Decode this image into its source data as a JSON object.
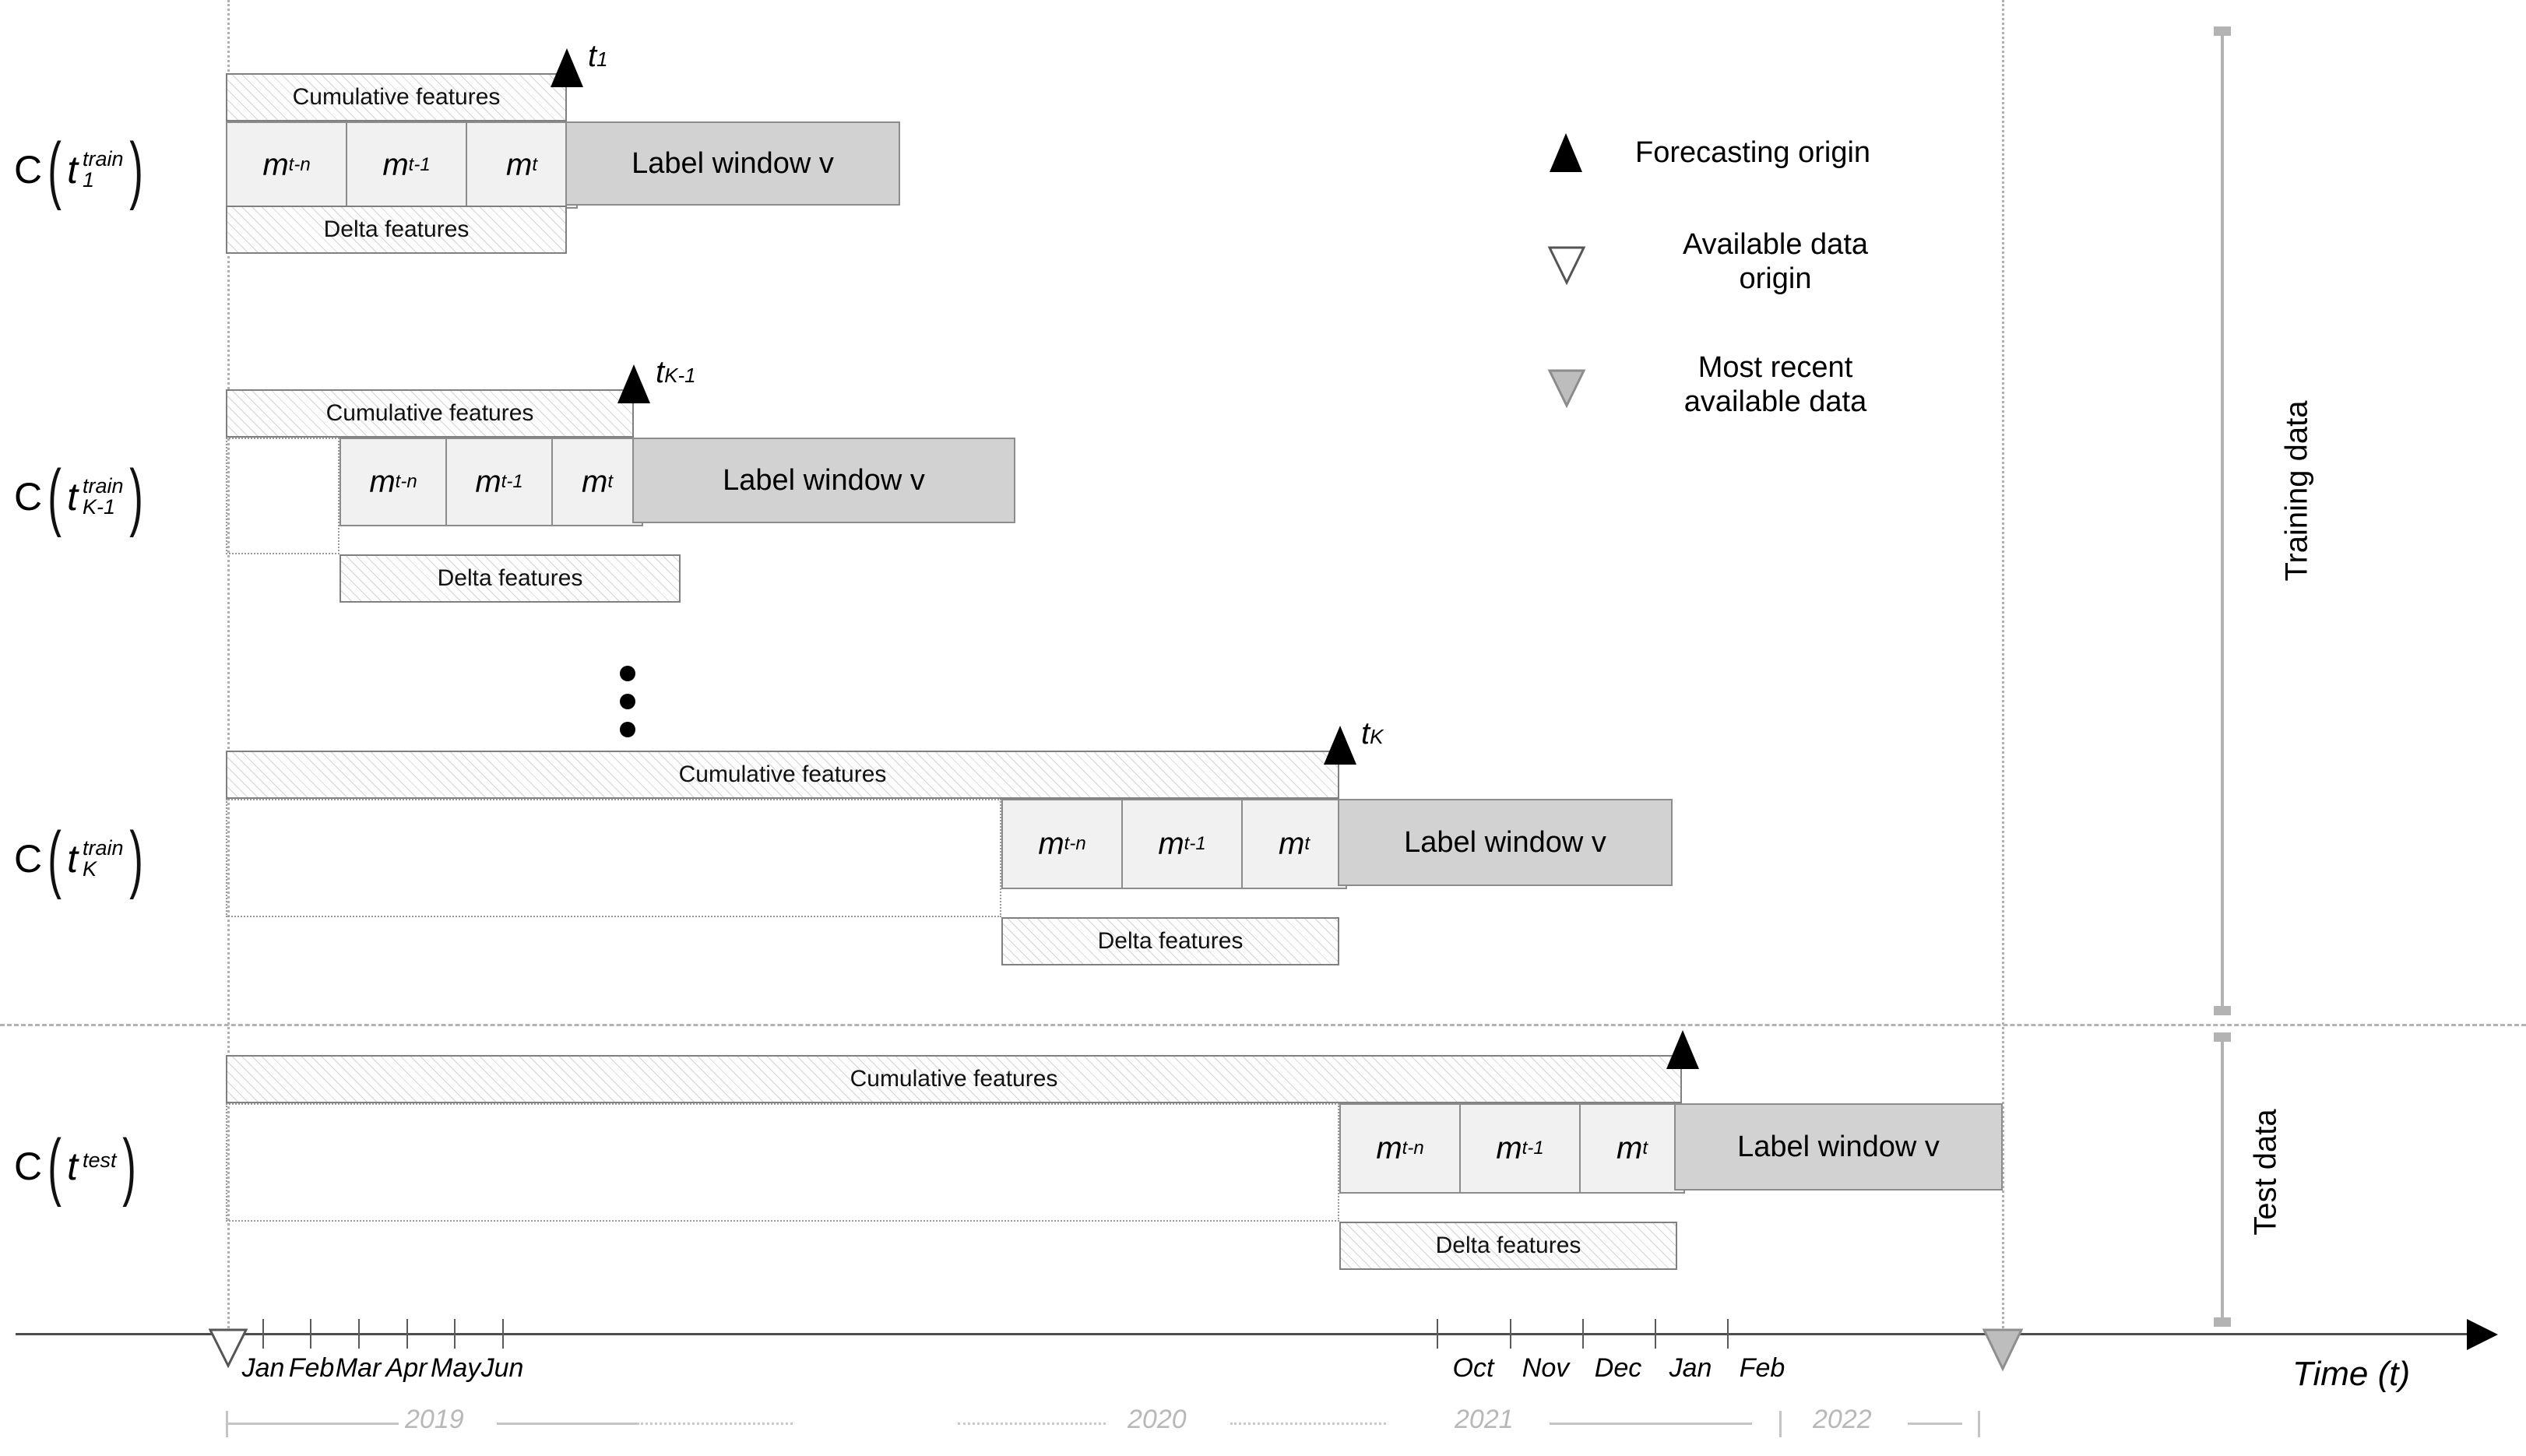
{
  "diagram": {
    "title_axis": "Time (t)",
    "rows": [
      {
        "id": "row-1",
        "caption": {
          "c": "C",
          "t": "t",
          "sup": "train",
          "sub": "1"
        },
        "origin_label_t": "t",
        "origin_label_sub": "1",
        "cumulative_label": "Cumulative features",
        "delta_label": "Delta features",
        "label_window": "Label window v",
        "m_boxes": [
          {
            "base": "m",
            "sub": "t-n"
          },
          {
            "base": "m",
            "sub": "t-1"
          },
          {
            "base": "m",
            "sub": "t"
          }
        ]
      },
      {
        "id": "row-2",
        "caption": {
          "c": "C",
          "t": "t",
          "sup": "train",
          "sub": "K-1"
        },
        "origin_label_t": "t",
        "origin_label_sub": "K-1",
        "cumulative_label": "Cumulative features",
        "delta_label": "Delta features",
        "label_window": "Label window v",
        "m_boxes": [
          {
            "base": "m",
            "sub": "t-n"
          },
          {
            "base": "m",
            "sub": "t-1"
          },
          {
            "base": "m",
            "sub": "t"
          }
        ]
      },
      {
        "id": "row-3",
        "caption": {
          "c": "C",
          "t": "t",
          "sup": "train",
          "sub": "K"
        },
        "origin_label_t": "t",
        "origin_label_sub": "K",
        "cumulative_label": "Cumulative features",
        "delta_label": "Delta features",
        "label_window": "Label window v",
        "m_boxes": [
          {
            "base": "m",
            "sub": "t-n"
          },
          {
            "base": "m",
            "sub": "t-1"
          },
          {
            "base": "m",
            "sub": "t"
          }
        ]
      },
      {
        "id": "row-test",
        "caption": {
          "c": "C",
          "t": "t",
          "sup": "test",
          "sub": ""
        },
        "origin_label_t": "",
        "origin_label_sub": "",
        "cumulative_label": "Cumulative features",
        "delta_label": "Delta features",
        "label_window": "Label window v",
        "m_boxes": [
          {
            "base": "m",
            "sub": "t-n"
          },
          {
            "base": "m",
            "sub": "t-1"
          },
          {
            "base": "m",
            "sub": "t"
          }
        ]
      }
    ],
    "ellipsis": "⋮",
    "legend": {
      "items": [
        {
          "icon": "filled-up-triangle",
          "label": "Forecasting origin"
        },
        {
          "icon": "outline-down-triangle",
          "label": "Available data\norigin",
          "l1": "Available data",
          "l2": "origin"
        },
        {
          "icon": "grey-down-triangle",
          "label": "Most recent\navailable data",
          "l1": "Most recent",
          "l2": "available data"
        }
      ]
    },
    "side_brackets": [
      {
        "label": "Training data"
      },
      {
        "label": "Test data"
      }
    ],
    "axis": {
      "label": "Time (t)",
      "months": [
        "Jan",
        "Feb",
        "Mar",
        "Apr",
        "May",
        "Jun",
        "Oct",
        "Nov",
        "Dec",
        "Jan",
        "Feb"
      ],
      "years": [
        "2019",
        "2020",
        "2021",
        "2022"
      ]
    },
    "colors": {
      "label_window_fill": "#d2d2d2",
      "m_box_fill": "#f1f1f1",
      "hatch_stroke": "#808080",
      "grey_marker": "#bdbdbd",
      "bracket": "#b3b3b3",
      "year_text": "#b8b8b8"
    }
  }
}
